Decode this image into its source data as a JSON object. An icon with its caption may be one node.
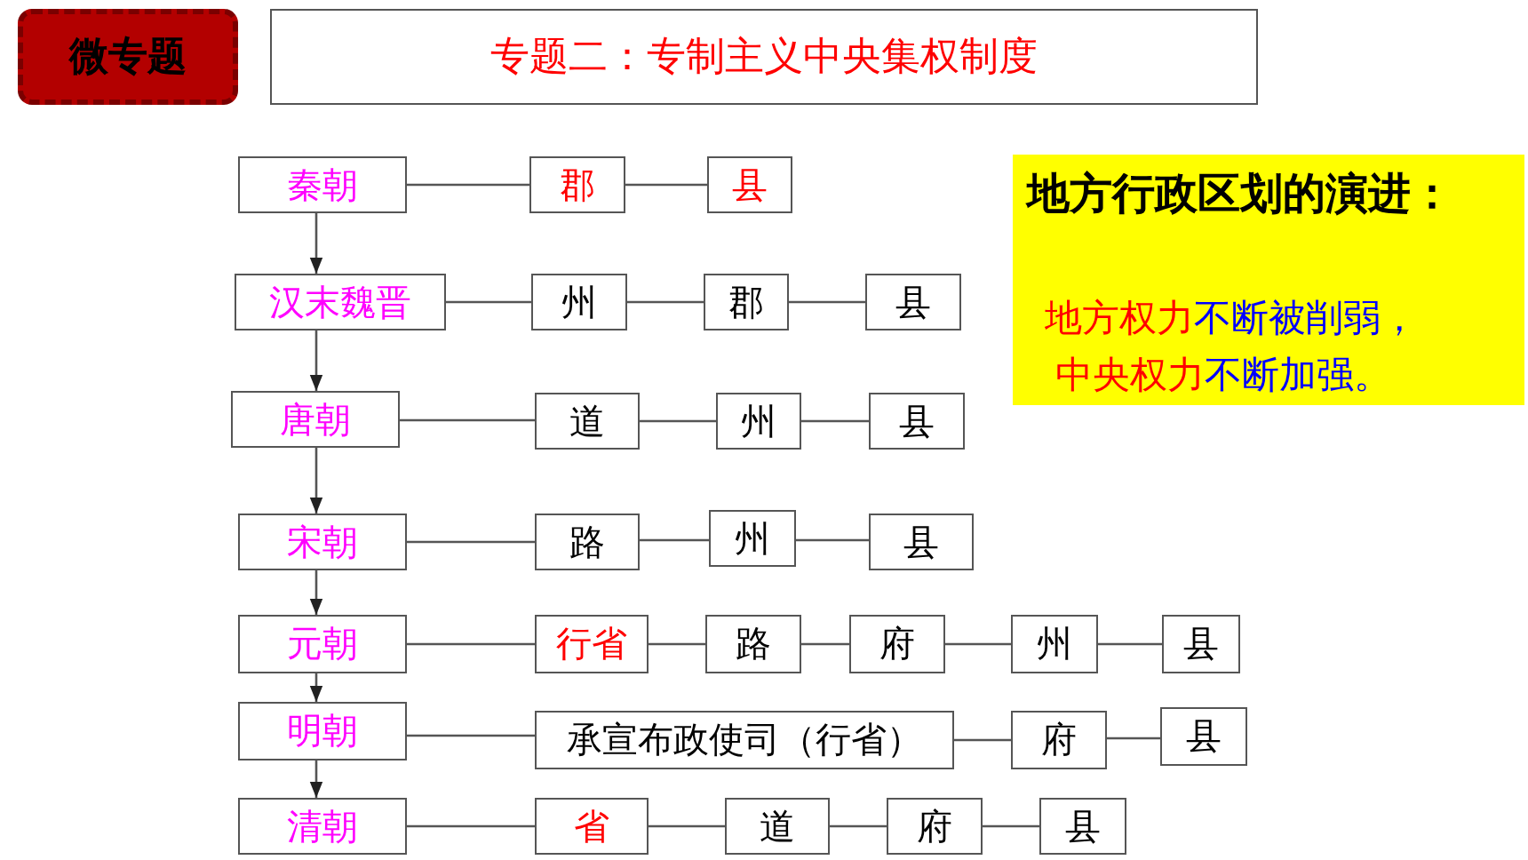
{
  "diagram": {
    "nodes": [
      {
        "text": [
          "微专题"
        ]
      },
      {
        "text": [
          "专题二：专制主义中央集权制度"
        ]
      },
      {
        "text": [
          "秦朝"
        ]
      },
      {
        "text": [
          "郡"
        ]
      },
      {
        "text": [
          "县"
        ]
      },
      {
        "text": [
          "汉末魏晋"
        ]
      },
      {
        "text": [
          "州"
        ]
      },
      {
        "text": [
          "郡"
        ]
      },
      {
        "text": [
          "县"
        ]
      },
      {
        "text": [
          "唐朝"
        ]
      },
      {
        "text": [
          "道"
        ]
      },
      {
        "text": [
          "州"
        ]
      },
      {
        "text": [
          "县"
        ]
      },
      {
        "text": [
          "宋朝"
        ]
      },
      {
        "text": [
          "路"
        ]
      },
      {
        "text": [
          "州"
        ]
      },
      {
        "text": [
          "县"
        ]
      },
      {
        "text": [
          "元朝"
        ]
      },
      {
        "text": [
          "行省"
        ]
      },
      {
        "text": [
          "路"
        ]
      },
      {
        "text": [
          "府"
        ]
      },
      {
        "text": [
          "州"
        ]
      },
      {
        "text": [
          "县"
        ]
      },
      {
        "text": [
          "明朝"
        ]
      },
      {
        "text": [
          "承宣布政使司（行省）"
        ]
      },
      {
        "text": [
          "府"
        ]
      },
      {
        "text": [
          "县"
        ]
      },
      {
        "text": [
          "清朝"
        ]
      },
      {
        "text": [
          "省"
        ]
      },
      {
        "text": [
          "道"
        ]
      },
      {
        "text": [
          "府"
        ]
      },
      {
        "text": [
          "县"
        ]
      },
      {
        "text": [
          "地方行政区划的演进：",
          "地方权力",
          "不断被削弱，",
          "中央权力",
          "不断加强。"
        ]
      }
    ],
    "edges": [
      {
        "from": 2,
        "to": 5,
        "arrow": "to"
      },
      {
        "from": 5,
        "to": 9,
        "arrow": "to"
      },
      {
        "from": 9,
        "to": 13,
        "arrow": "to"
      },
      {
        "from": 13,
        "to": 17,
        "arrow": "to"
      },
      {
        "from": 17,
        "to": 23,
        "arrow": "to"
      },
      {
        "from": 23,
        "to": 27,
        "arrow": "to"
      },
      {
        "from": 2,
        "to": 3,
        "arrow": "none"
      },
      {
        "from": 3,
        "to": 4,
        "arrow": "none"
      },
      {
        "from": 5,
        "to": 6,
        "arrow": "none"
      },
      {
        "from": 6,
        "to": 7,
        "arrow": "none"
      },
      {
        "from": 7,
        "to": 8,
        "arrow": "none"
      },
      {
        "from": 9,
        "to": 10,
        "arrow": "none"
      },
      {
        "from": 10,
        "to": 11,
        "arrow": "none"
      },
      {
        "from": 11,
        "to": 12,
        "arrow": "none"
      },
      {
        "from": 13,
        "to": 14,
        "arrow": "none"
      },
      {
        "from": 14,
        "to": 15,
        "arrow": "none"
      },
      {
        "from": 15,
        "to": 16,
        "arrow": "none"
      },
      {
        "from": 17,
        "to": 18,
        "arrow": "none"
      },
      {
        "from": 18,
        "to": 19,
        "arrow": "none"
      },
      {
        "from": 19,
        "to": 20,
        "arrow": "none"
      },
      {
        "from": 20,
        "to": 21,
        "arrow": "none"
      },
      {
        "from": 21,
        "to": 22,
        "arrow": "none"
      },
      {
        "from": 23,
        "to": 24,
        "arrow": "none"
      },
      {
        "from": 24,
        "to": 25,
        "arrow": "none"
      },
      {
        "from": 25,
        "to": 26,
        "arrow": "none"
      },
      {
        "from": 27,
        "to": 28,
        "arrow": "none"
      },
      {
        "from": 28,
        "to": 29,
        "arrow": "none"
      },
      {
        "from": 29,
        "to": 30,
        "arrow": "none"
      },
      {
        "from": 30,
        "to": 31,
        "arrow": "none"
      }
    ]
  }
}
